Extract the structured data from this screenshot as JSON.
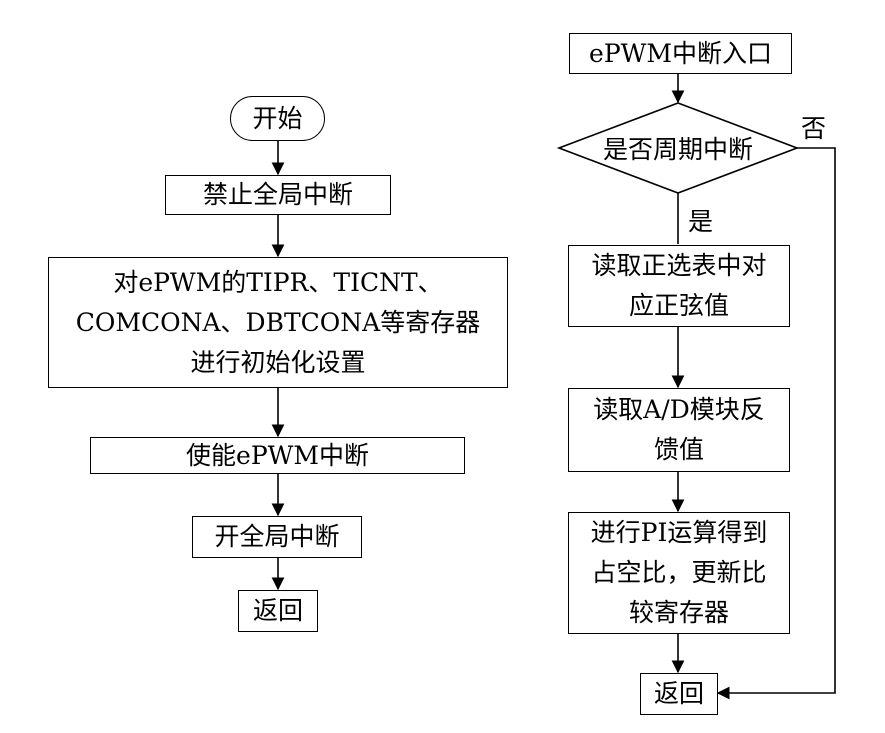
{
  "left_flow": {
    "start": "开始",
    "disable_global_interrupt": "禁止全局中断",
    "init_registers": "对ePWM的TIPR、TICNT、\nCOMCONA、DBTCONA等寄存器\n进行初始化设置",
    "enable_epwm_interrupt": "使能ePWM中断",
    "enable_global_interrupt": "开全局中断",
    "return": "返回"
  },
  "right_flow": {
    "entry": "ePWM中断入口",
    "decision": "是否周期中断",
    "yes_label": "是",
    "no_label": "否",
    "read_sine_table": "读取正选表中对\n应正弦值",
    "read_ad_feedback": "读取A/D模块反\n馈值",
    "pi_update": "进行PI运算得到\n占空比，更新比\n较寄存器",
    "return": "返回"
  }
}
